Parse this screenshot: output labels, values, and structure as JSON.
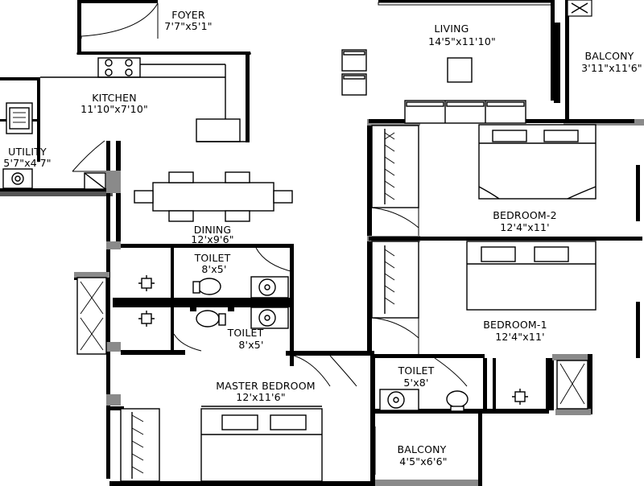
{
  "rooms": {
    "foyer": {
      "name": "FOYER",
      "dim": "7'7\"x5'1\""
    },
    "living": {
      "name": "LIVING",
      "dim": "14'5\"x11'10\""
    },
    "balcony_top": {
      "name": "BALCONY",
      "dim": "3'11\"x11'6\""
    },
    "kitchen": {
      "name": "KITCHEN",
      "dim": "11'10\"x7'10\""
    },
    "utility": {
      "name": "UTILITY",
      "dim": "5'7\"x4'7\""
    },
    "dining": {
      "name": "DINING",
      "dim": "12'x9'6\""
    },
    "bedroom2": {
      "name": "BEDROOM-2",
      "dim": "12'4\"x11'"
    },
    "toilet_a": {
      "name": "TOILET",
      "dim": "8'x5'"
    },
    "toilet_b": {
      "name": "TOILET",
      "dim": "8'x5'"
    },
    "bedroom1": {
      "name": "BEDROOM-1",
      "dim": "12'4\"x11'"
    },
    "master_bedroom": {
      "name": "MASTER BEDROOM",
      "dim": "12'x11'6\""
    },
    "toilet_c": {
      "name": "TOILET",
      "dim": "5'x8'"
    },
    "balcony_bottom": {
      "name": "BALCONY",
      "dim": "4'5\"x6'6\""
    }
  }
}
